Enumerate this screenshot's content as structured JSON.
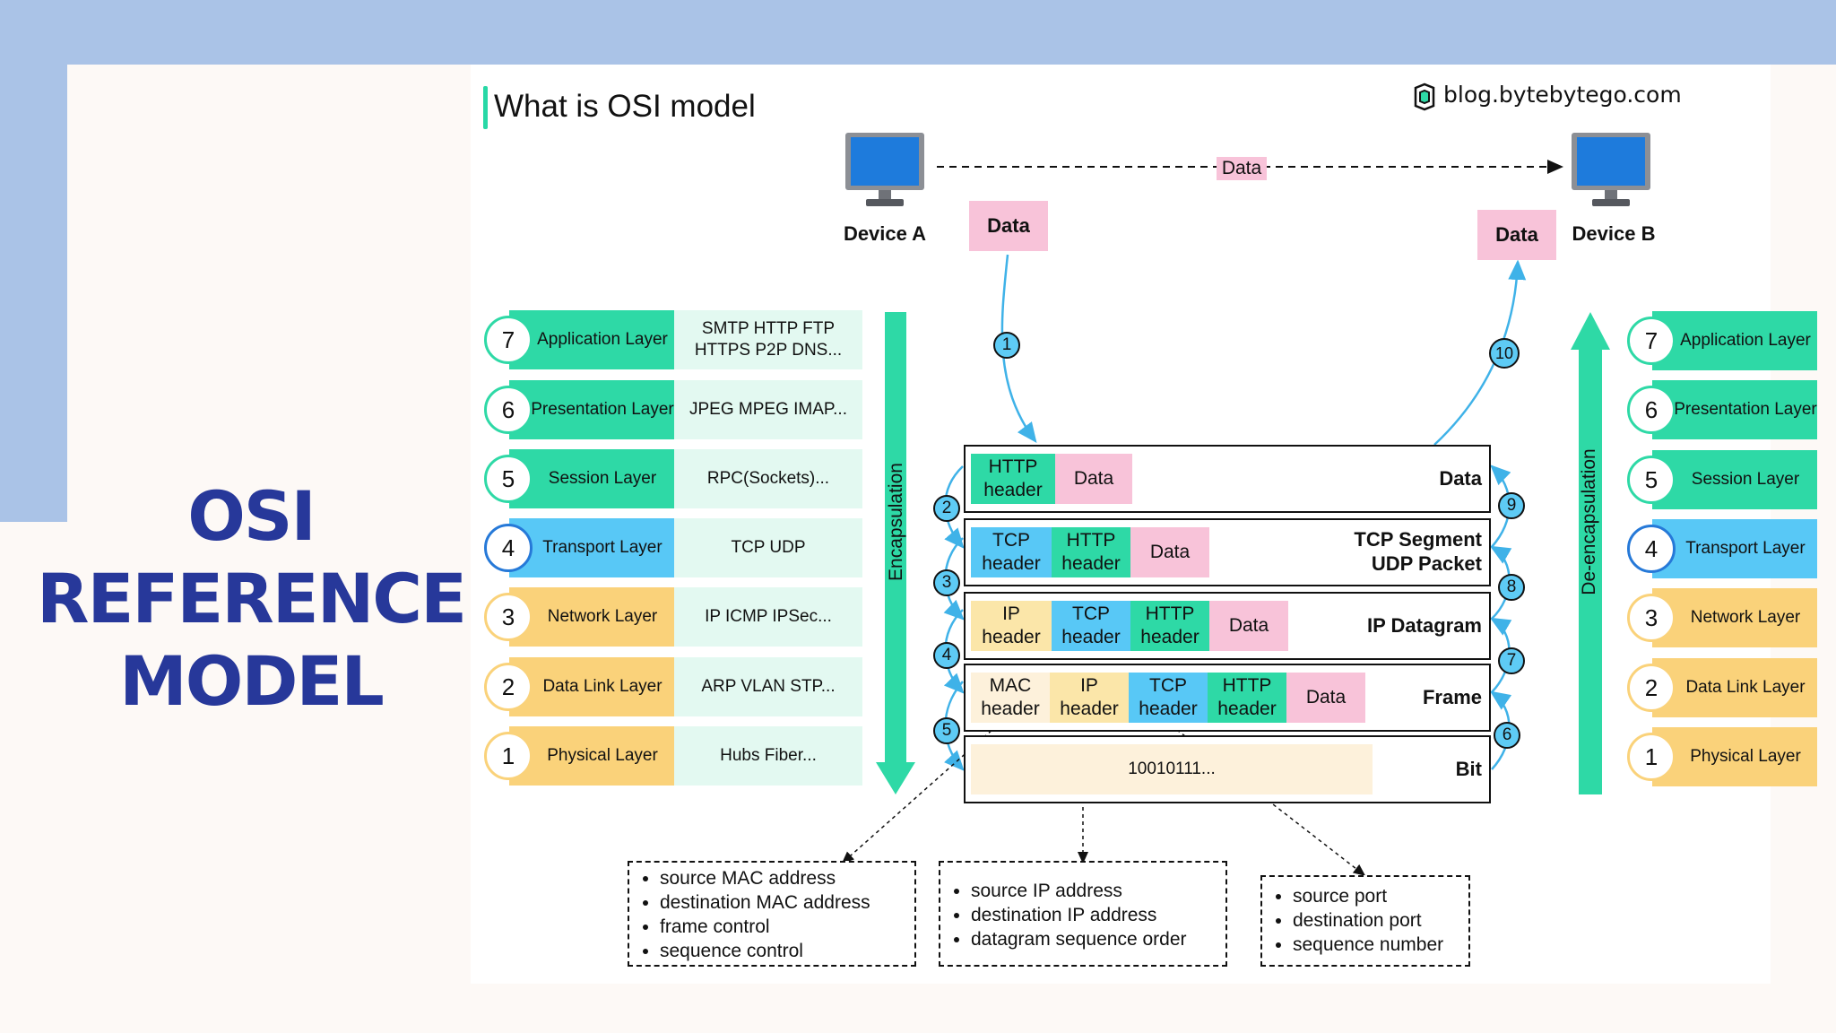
{
  "slide": {
    "title_lines": [
      "OSI",
      "REFERENCE",
      "MODEL"
    ]
  },
  "diagram": {
    "title": "What is OSI model",
    "brand": "blog.bytebytego.com",
    "device_a": "Device A",
    "device_b": "Device B",
    "link_data": "Data",
    "sender_data": "Data",
    "receiver_data": "Data",
    "encapsulation": "Encapsulation",
    "deencapsulation": "De-encapsulation",
    "layers": [
      {
        "num": "7",
        "name": "Application Layer",
        "protocols": "SMTP HTTP FTP HTTPS P2P DNS..."
      },
      {
        "num": "6",
        "name": "Presentation Layer",
        "protocols": "JPEG MPEG IMAP..."
      },
      {
        "num": "5",
        "name": "Session Layer",
        "protocols": "RPC(Sockets)..."
      },
      {
        "num": "4",
        "name": "Transport Layer",
        "protocols": "TCP UDP"
      },
      {
        "num": "3",
        "name": "Network Layer",
        "protocols": "IP ICMP IPSec..."
      },
      {
        "num": "2",
        "name": "Data Link Layer",
        "protocols": "ARP VLAN STP..."
      },
      {
        "num": "1",
        "name": "Physical Layer",
        "protocols": "Hubs Fiber..."
      }
    ],
    "pdu_rows": [
      {
        "label": "Data",
        "cells": [
          "HTTP header",
          "Data"
        ]
      },
      {
        "label": "TCP Segment UDP Packet",
        "cells": [
          "TCP header",
          "HTTP header",
          "Data"
        ]
      },
      {
        "label": "IP Datagram",
        "cells": [
          "IP header",
          "TCP header",
          "HTTP header",
          "Data"
        ]
      },
      {
        "label": "Frame",
        "cells": [
          "MAC header",
          "IP header",
          "TCP header",
          "HTTP header",
          "Data"
        ]
      },
      {
        "label": "Bit",
        "cells": [
          "10010111..."
        ]
      }
    ],
    "steps_left": [
      "1",
      "2",
      "3",
      "4",
      "5"
    ],
    "steps_right": [
      "6",
      "7",
      "8",
      "9",
      "10"
    ],
    "info_boxes": [
      {
        "items": [
          "source MAC address",
          "destination MAC address",
          "frame control",
          "sequence control"
        ]
      },
      {
        "items": [
          "source IP address",
          "destination IP address",
          "datagram sequence order"
        ]
      },
      {
        "items": [
          "source port",
          "destination port",
          "sequence number"
        ]
      }
    ],
    "colors": {
      "application": "#2ed9a6",
      "transport": "#58c8f6",
      "network": "#fad27a",
      "data_pink": "#f8c3d9",
      "step_badge": "#5ecbf5",
      "title_blue": "#27389a"
    }
  }
}
